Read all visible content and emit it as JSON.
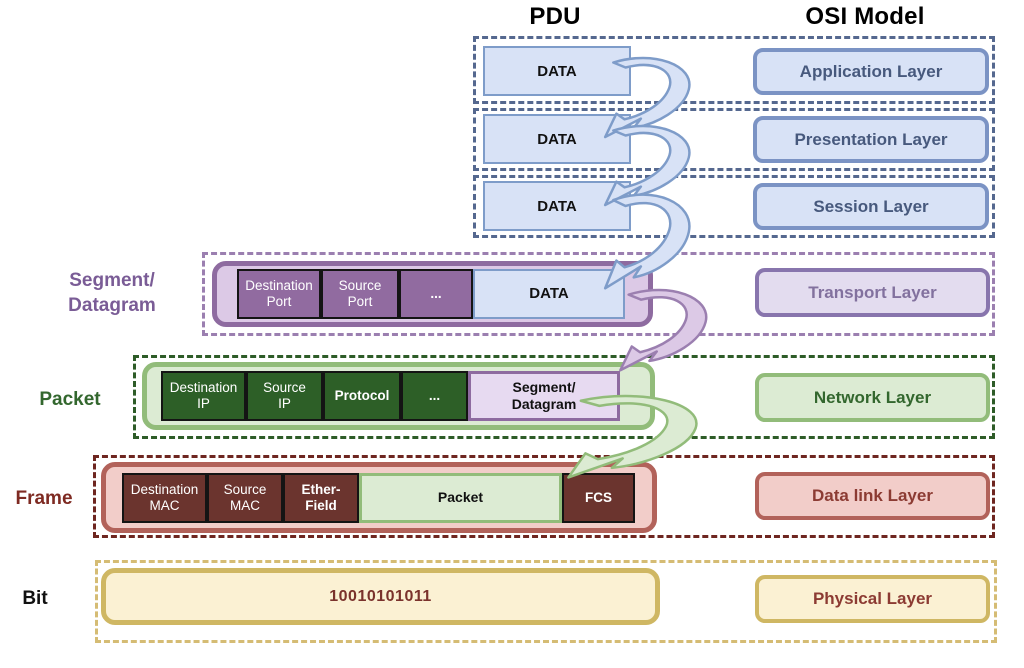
{
  "header": {
    "pdu": "PDU",
    "osi": "OSI Model"
  },
  "rows": [
    {
      "layer": "Application Layer",
      "cells": [
        {
          "line1": "DATA"
        }
      ]
    },
    {
      "layer": "Presentation Layer",
      "cells": [
        {
          "line1": "DATA"
        }
      ]
    },
    {
      "layer": "Session Layer",
      "cells": [
        {
          "line1": "DATA"
        }
      ]
    },
    {
      "layer": "Transport Layer",
      "side_label": {
        "line1": "Segment/",
        "line2": "Datagram"
      },
      "cells": [
        {
          "line1": "Destination",
          "line2": "Port"
        },
        {
          "line1": "Source",
          "line2": "Port"
        },
        {
          "line1": "..."
        },
        {
          "line1": "DATA"
        }
      ]
    },
    {
      "layer": "Network Layer",
      "side_label": {
        "line1": "Packet"
      },
      "cells": [
        {
          "line1": "Destination",
          "line2": "IP"
        },
        {
          "line1": "Source",
          "line2": "IP"
        },
        {
          "line1": "Protocol"
        },
        {
          "line1": "..."
        },
        {
          "line1": "Segment/",
          "line2": "Datagram"
        }
      ]
    },
    {
      "layer": "Data link Layer",
      "side_label": {
        "line1": "Frame"
      },
      "cells": [
        {
          "line1": "Destination",
          "line2": "MAC"
        },
        {
          "line1": "Source",
          "line2": "MAC"
        },
        {
          "line1": "Ether-",
          "line2": "Field"
        },
        {
          "line1": "Packet"
        },
        {
          "line1": "FCS"
        }
      ]
    },
    {
      "layer": "Physical Layer",
      "side_label": {
        "line1": "Bit"
      },
      "cells": [
        {
          "line1": "10010101011"
        }
      ]
    }
  ],
  "palette": {
    "blue_dash": "#55688F",
    "blue_border": "#7B93C4",
    "blue_fill": "#D8E2F6",
    "blue_cell_border": "#7E9CC9",
    "blue_text": "#47597D",
    "purple_dash": "#9B7FB0",
    "purple_border": "#8E6BA0",
    "purple_pale": "#DCC9E6",
    "purple_cell": "#916BA0",
    "purple_cell_light": "#E7DAF1",
    "purple_pill_fill": "#E3DCEF",
    "purple_pill_border": "#8875AD",
    "purple_pill_text": "#82719E",
    "purple_label": "#7A5C96",
    "green_dash": "#2E5C28",
    "green_border": "#92BC7A",
    "green_pale": "#DCEBD3",
    "green_cell": "#2D5F27",
    "green_text": "#33672E",
    "red_dash": "#6E2620",
    "red_border": "#B2625A",
    "red_pale": "#F2CDC9",
    "red_cell": "#6B342E",
    "red_text": "#8C3B33",
    "red_label": "#7E2A22",
    "gold_dash": "#D5BC74",
    "gold_border": "#CFB763",
    "gold_pale": "#FBF1D3",
    "bit_text": "#7A322C",
    "ink": "#111111"
  }
}
